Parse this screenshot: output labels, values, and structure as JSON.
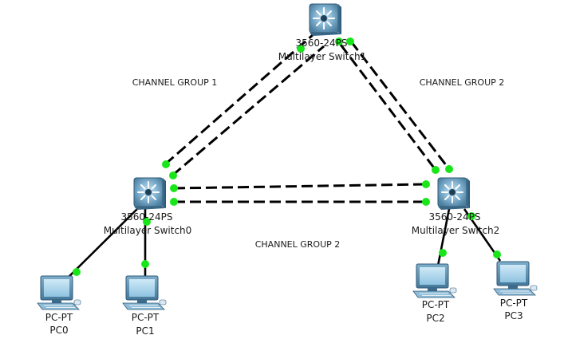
{
  "devices": {
    "switch1": {
      "model": "3560-24PS",
      "name": "Multilayer Switch1"
    },
    "switch0": {
      "model": "3560-24PS",
      "name": "Multilayer Switch0"
    },
    "switch2": {
      "model": "3560-24PS",
      "name": "Multilayer Switch2"
    },
    "pc0": {
      "model": "PC-PT",
      "name": "PC0"
    },
    "pc1": {
      "model": "PC-PT",
      "name": "PC1"
    },
    "pc2": {
      "model": "PC-PT",
      "name": "PC2"
    },
    "pc3": {
      "model": "PC-PT",
      "name": "PC3"
    }
  },
  "groups": {
    "left": "CHANNEL GROUP 1",
    "right": "CHANNEL GROUP 2",
    "bottom": "CHANNEL GROUP 2"
  },
  "colors": {
    "port": "#19e619",
    "switch_body": "#5f95b5",
    "pc_body": "#5d8fae",
    "link": "#000000"
  },
  "icons": {
    "switch": "multilayer-switch-icon",
    "pc": "desktop-pc-icon"
  }
}
